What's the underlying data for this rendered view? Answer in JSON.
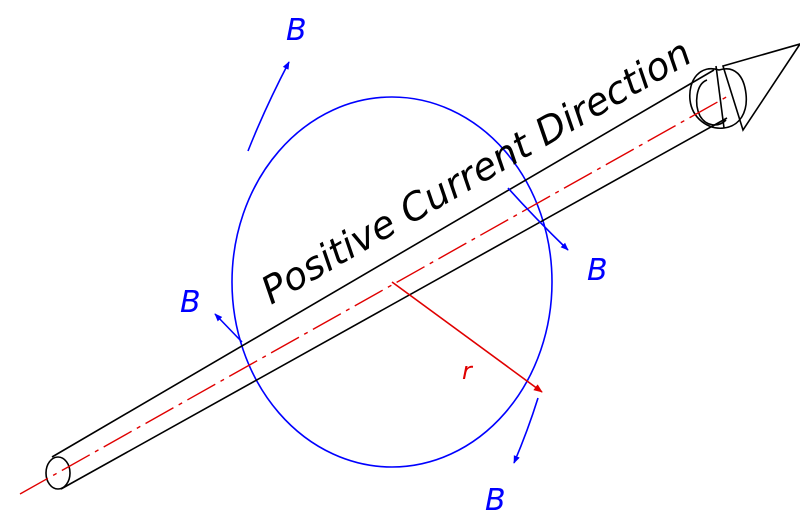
{
  "diagram": {
    "wire_label": "Positive Current Direction",
    "field_label": "B",
    "radius_label": "r",
    "colors": {
      "wire": "#000000",
      "axis": "#e00000",
      "field": "#0000ff",
      "background": "#ffffff"
    },
    "icons": [
      "arrow-head-icon"
    ]
  }
}
